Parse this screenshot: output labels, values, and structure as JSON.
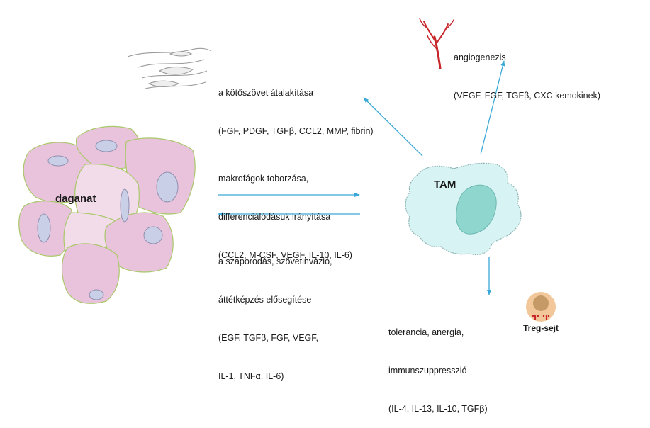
{
  "labels": {
    "tumor": "daganat",
    "tam": "TAM",
    "treg": "Treg-sejt"
  },
  "effects": {
    "remodeling": [
      "a kötőszövet átalakítása",
      "(FGF, PDGF, TGFβ, CCL2, MMP, fibrin)"
    ],
    "angiogenesis": [
      "angiogenezis",
      "(VEGF, FGF, TGFβ, CXC kemokinek)"
    ],
    "recruitment": [
      "makrofágok toborzása,",
      "differenciálódásuk irányítása",
      "(CCL2, M-CSF, VEGF, IL-10, IL-6)"
    ],
    "promotion": [
      "a szaporodás, szövetinvázió,",
      "áttétképzés elősegítése",
      "(EGF, TGFβ, FGF, VEGF,",
      "IL-1, TNFα, IL-6)"
    ],
    "tolerance": [
      "tolerancia, anergia,",
      "immunszuppresszió",
      "(IL-4, IL-13, IL-10, TGFβ)"
    ]
  },
  "colors": {
    "arrow": "#3aa8d8",
    "tam_fill": "#d7f3f3",
    "tam_nucleus": "#8fd6cf",
    "tumor_fill": "#e9c3dc",
    "tumor_fill_light": "#f3dcea",
    "tumor_stroke": "#a9c86a",
    "nucleus": "#c9cfe6",
    "vessel": "#c8282c",
    "treg_outer": "#f2c79a",
    "treg_inner": "#c59a66",
    "fibers": "#9a9a9a"
  },
  "icons": [
    "fibers-icon",
    "blood-vessel-icon",
    "treg-cell-icon",
    "tam-cell-icon",
    "tumor-cells-icon"
  ]
}
